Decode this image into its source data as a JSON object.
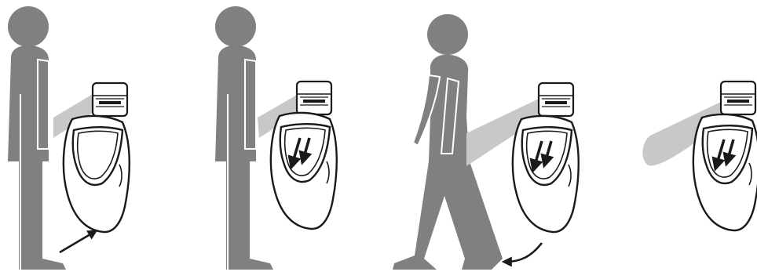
{
  "figure": {
    "panels": [
      {
        "id": 1,
        "person": "standing-approach",
        "sensor_beam": "on",
        "flush_arrows": false,
        "motion_arrow": "approach"
      },
      {
        "id": 2,
        "person": "standing",
        "sensor_beam": "on",
        "flush_arrows": true,
        "motion_arrow": "none"
      },
      {
        "id": 3,
        "person": "walking-away",
        "sensor_beam": "on",
        "flush_arrows": true,
        "motion_arrow": "leave"
      },
      {
        "id": 4,
        "person": "none",
        "sensor_beam": "on",
        "flush_arrows": true,
        "motion_arrow": "none"
      }
    ],
    "colors": {
      "person": "#808080",
      "beam": "#c8c8c8",
      "outline": "#1a1a1a",
      "background": "#ffffff"
    },
    "icons": [
      "person-icon",
      "urinal-icon",
      "sensor-icon",
      "flush-arrow-icon",
      "motion-arrow-icon"
    ]
  }
}
